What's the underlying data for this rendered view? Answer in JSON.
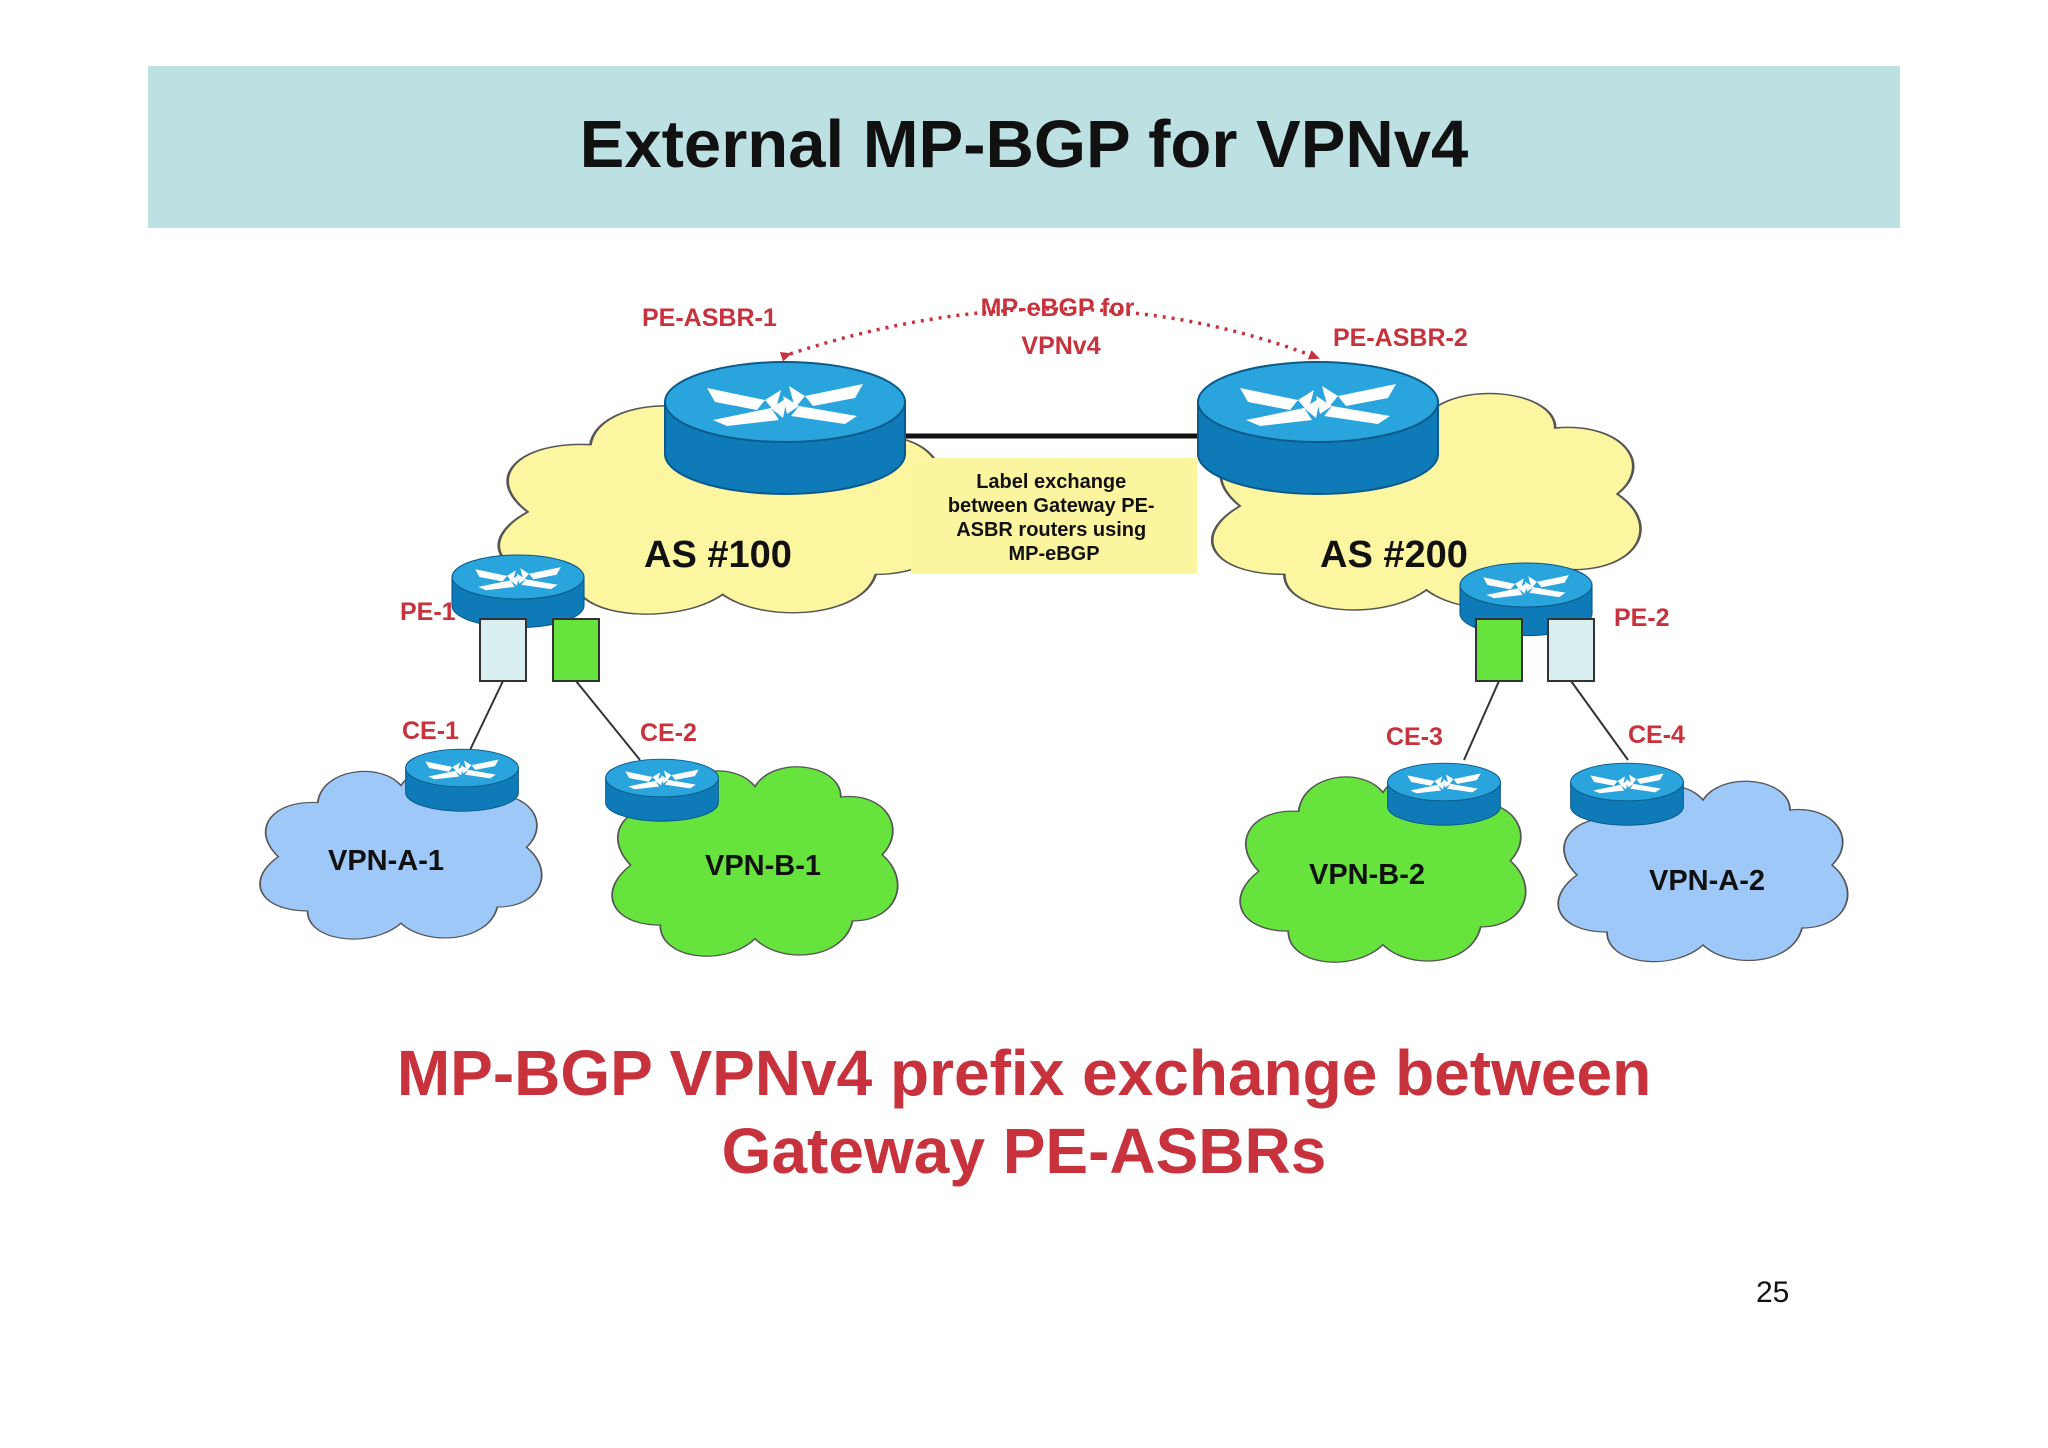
{
  "slide": {
    "title": "External MP-BGP for VPNv4",
    "page_number": "25"
  },
  "diagram": {
    "session": {
      "line1": "MP-eBGP for",
      "line2": "VPNv4"
    },
    "label_box": [
      "Label exchange",
      "between Gateway PE-",
      "ASBR routers using",
      "MP-eBGP"
    ],
    "autonomous_systems": [
      "AS #100",
      "AS #200"
    ],
    "routers": {
      "pe_asbr_1": "PE-ASBR-1",
      "pe_asbr_2": "PE-ASBR-2",
      "pe_1": "PE-1",
      "pe_2": "PE-2",
      "ce_1": "CE-1",
      "ce_2": "CE-2",
      "ce_3": "CE-3",
      "ce_4": "CE-4"
    },
    "vpn_sites": {
      "vpn_a_1": "VPN-A-1",
      "vpn_b_1": "VPN-B-1",
      "vpn_b_2": "VPN-B-2",
      "vpn_a_2": "VPN-A-2"
    },
    "colors": {
      "as_cloud": "#fdf6a0",
      "vpn_a_cloud": "#9ec8f8",
      "vpn_b_cloud": "#66e33c",
      "router_top": "#29a4dc",
      "router_body": "#0f7ab8",
      "label_red": "#c8323c",
      "label_box": "#fcf5a0"
    }
  },
  "caption": {
    "line1": "MP-BGP VPNv4 prefix exchange between",
    "line2": "Gateway PE-ASBRs"
  }
}
